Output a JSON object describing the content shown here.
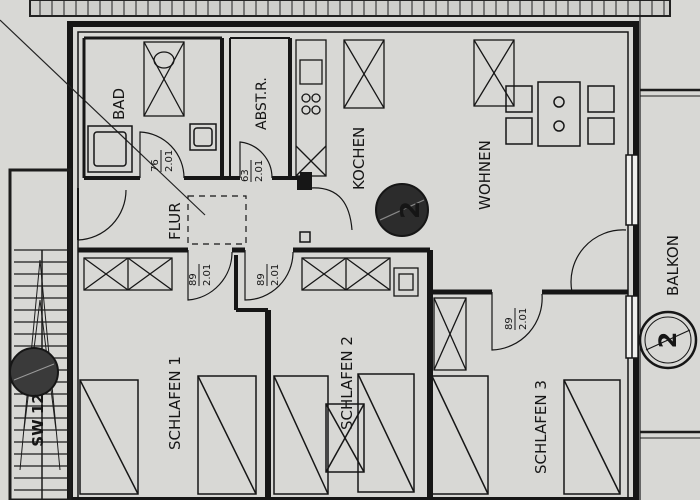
{
  "rooms": {
    "bad": "BAD",
    "abstellraum": "ABST.R.",
    "kochen": "KOCHEN",
    "wohnen": "WOHNEN",
    "flur": "FLUR",
    "schlafen1": "SCHLAFEN 1",
    "schlafen2": "SCHLAFEN 2",
    "schlafen3": "SCHLAFEN 3",
    "balkon": "BALKON"
  },
  "doors": {
    "bad": {
      "width": "76",
      "height": "2.01"
    },
    "abstellraum": {
      "width": "63",
      "height": "2.01"
    },
    "schlafen1": {
      "width": "89",
      "height": "2.01"
    },
    "schlafen2": {
      "width": "89",
      "height": "2.01"
    },
    "schlafen3": {
      "width": "89",
      "height": "2.01"
    }
  },
  "markers": {
    "apartment": "2",
    "balkon": "2",
    "stair": "SW 12"
  }
}
